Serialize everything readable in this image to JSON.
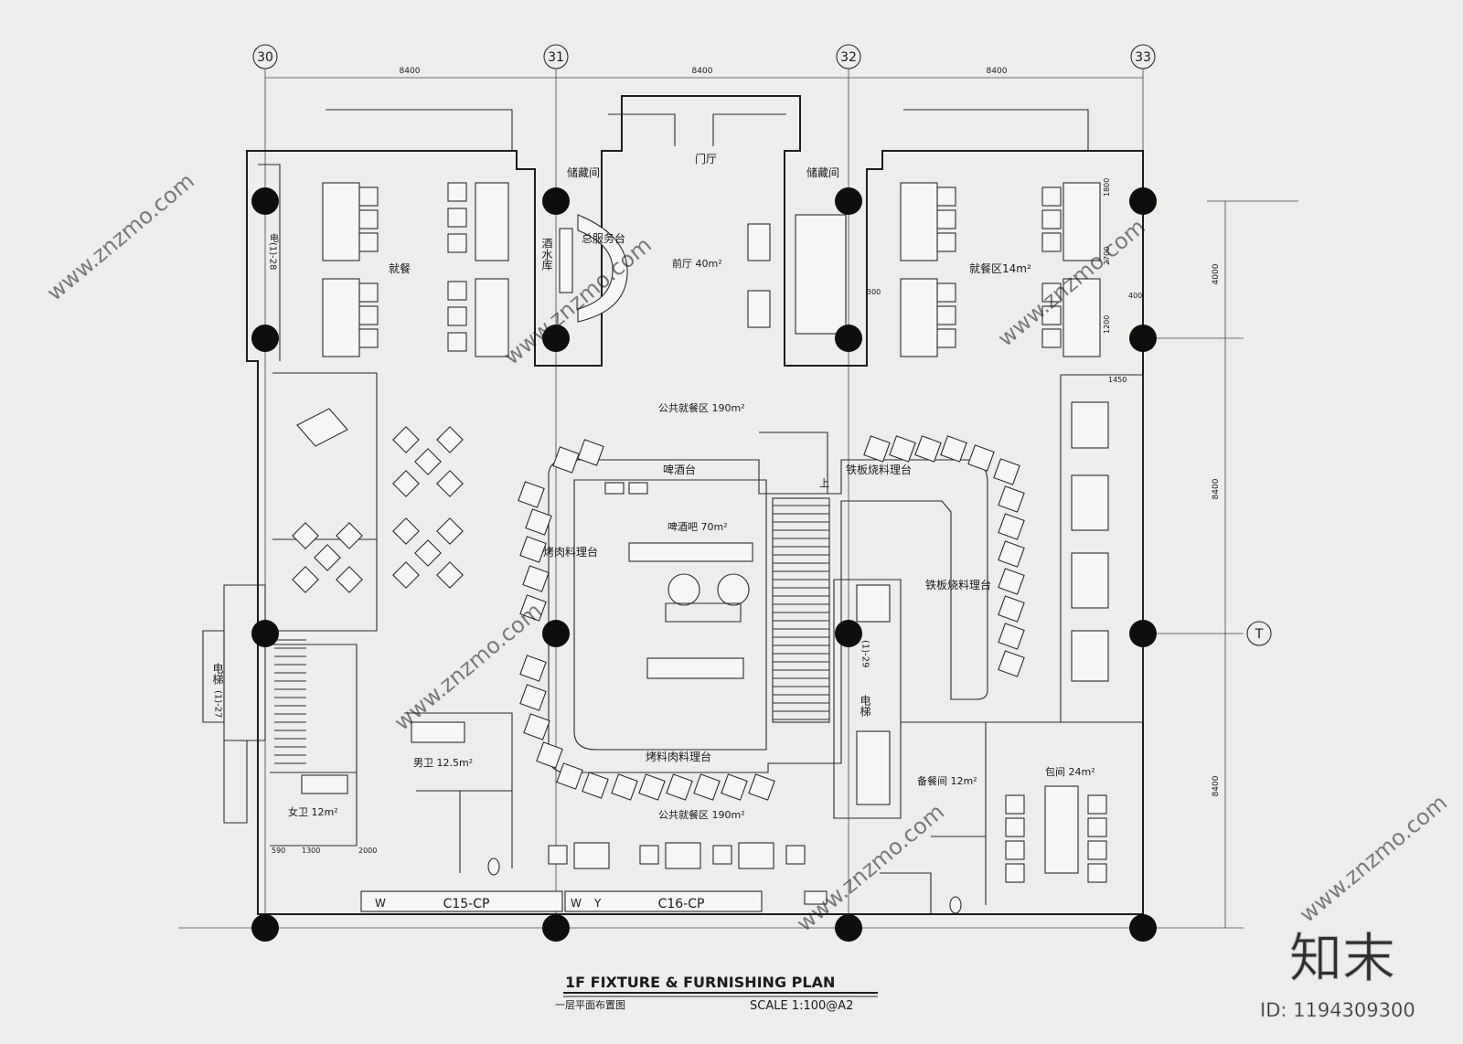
{
  "plan": {
    "title": "1F FIXTURE & FURNISHING PLAN",
    "subtitle_cn": "一层平面布置图",
    "scale": "SCALE 1:100@A2"
  },
  "grid": {
    "axes": [
      "30",
      "31",
      "32",
      "33"
    ],
    "row_axis": "T",
    "dims_top": [
      "8400",
      "8400",
      "8400"
    ],
    "dims_right": [
      "4000",
      "8400",
      "8400"
    ]
  },
  "rooms": {
    "storage_left": "储藏间",
    "lobby": "门厅",
    "storage_right": "储藏间",
    "dining_left": "就餐",
    "service_desk": "总服务台",
    "wine_store": "酒水库",
    "front_hall": "前厅 40m²",
    "dining_right": "就餐区14m²",
    "public_dining_top": "公共就餐区 190m²",
    "beer_bar": "啤酒台",
    "beer_area": "啤酒吧 70m²",
    "teppan_prep_top": "铁板烧料理台",
    "teppan_prep_right": "铁板烧料理台",
    "bbq_prep": "烤肉料理台",
    "mens_wc": "男卫 12.5m²",
    "womens_wc": "女卫 12m²",
    "grill_prep_bottom": "烤料肉料理台",
    "public_dining_bottom": "公共就餐区 190m²",
    "prep_room": "备餐间 12m²",
    "private_room": "包间 24m²",
    "elevator_left": "电梯",
    "elevator_left_code": "(1)-27",
    "elevator_mid": "电梯",
    "elevator_mid_code": "(1)-29",
    "elevator_top": "电(1)-28",
    "stair_up": "上"
  },
  "curtain": {
    "left": "C15-CP",
    "right": "C16-CP",
    "w1": "W",
    "w2": "W",
    "y": "Y"
  },
  "small_dims": [
    "590",
    "1300",
    "2000",
    "1800",
    "2700",
    "1200",
    "300",
    "400",
    "1450"
  ],
  "watermark": {
    "site": "www.znzmo.com",
    "brand_cn": "知末",
    "brand_big": "知末",
    "id_label": "ID: 1194309300"
  }
}
